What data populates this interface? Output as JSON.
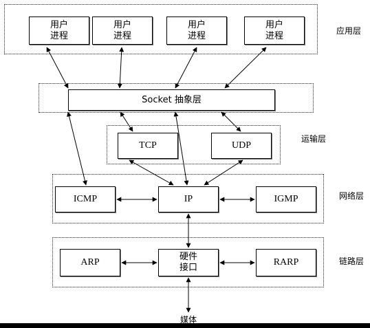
{
  "layers": {
    "application": "应用层",
    "transport": "运输层",
    "network": "网络层",
    "link": "链路层"
  },
  "processes": [
    "用户\n进程",
    "用户\n进程",
    "用户\n进程",
    "用户\n进程"
  ],
  "socket": "Socket 抽象层",
  "transport_boxes": {
    "tcp": "TCP",
    "udp": "UDP"
  },
  "network_boxes": {
    "icmp": "ICMP",
    "ip": "IP",
    "igmp": "IGMP"
  },
  "link_boxes": {
    "arp": "ARP",
    "hw": "硬件\n接口",
    "rarp": "RARP"
  },
  "media": "媒体"
}
